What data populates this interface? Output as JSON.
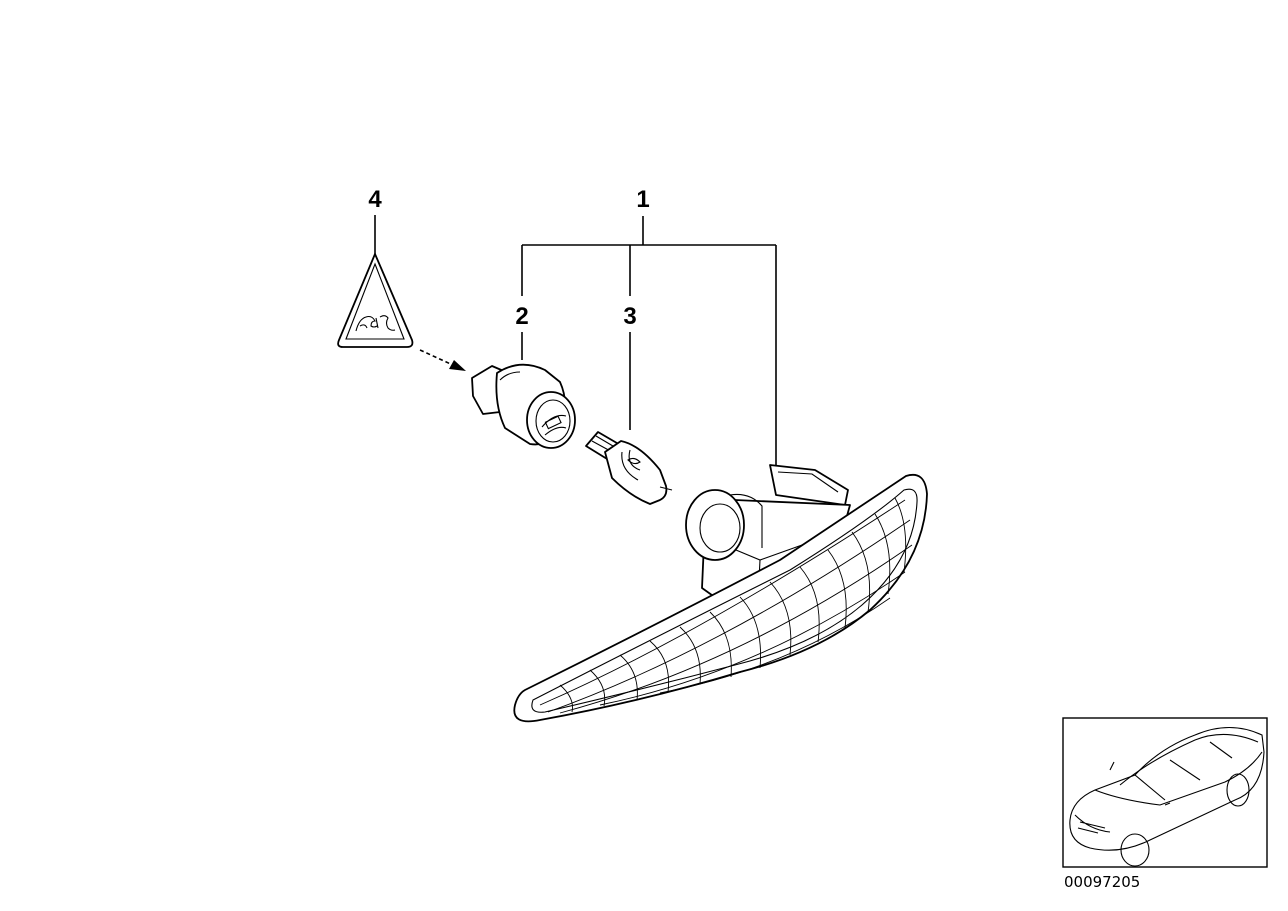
{
  "callouts": {
    "c1": "1",
    "c2": "2",
    "c3": "3",
    "c4": "4"
  },
  "diagram_number": "00097205",
  "icons": {
    "hazard": "warning-triangle-icon",
    "car": "car-thumbnail-icon"
  }
}
